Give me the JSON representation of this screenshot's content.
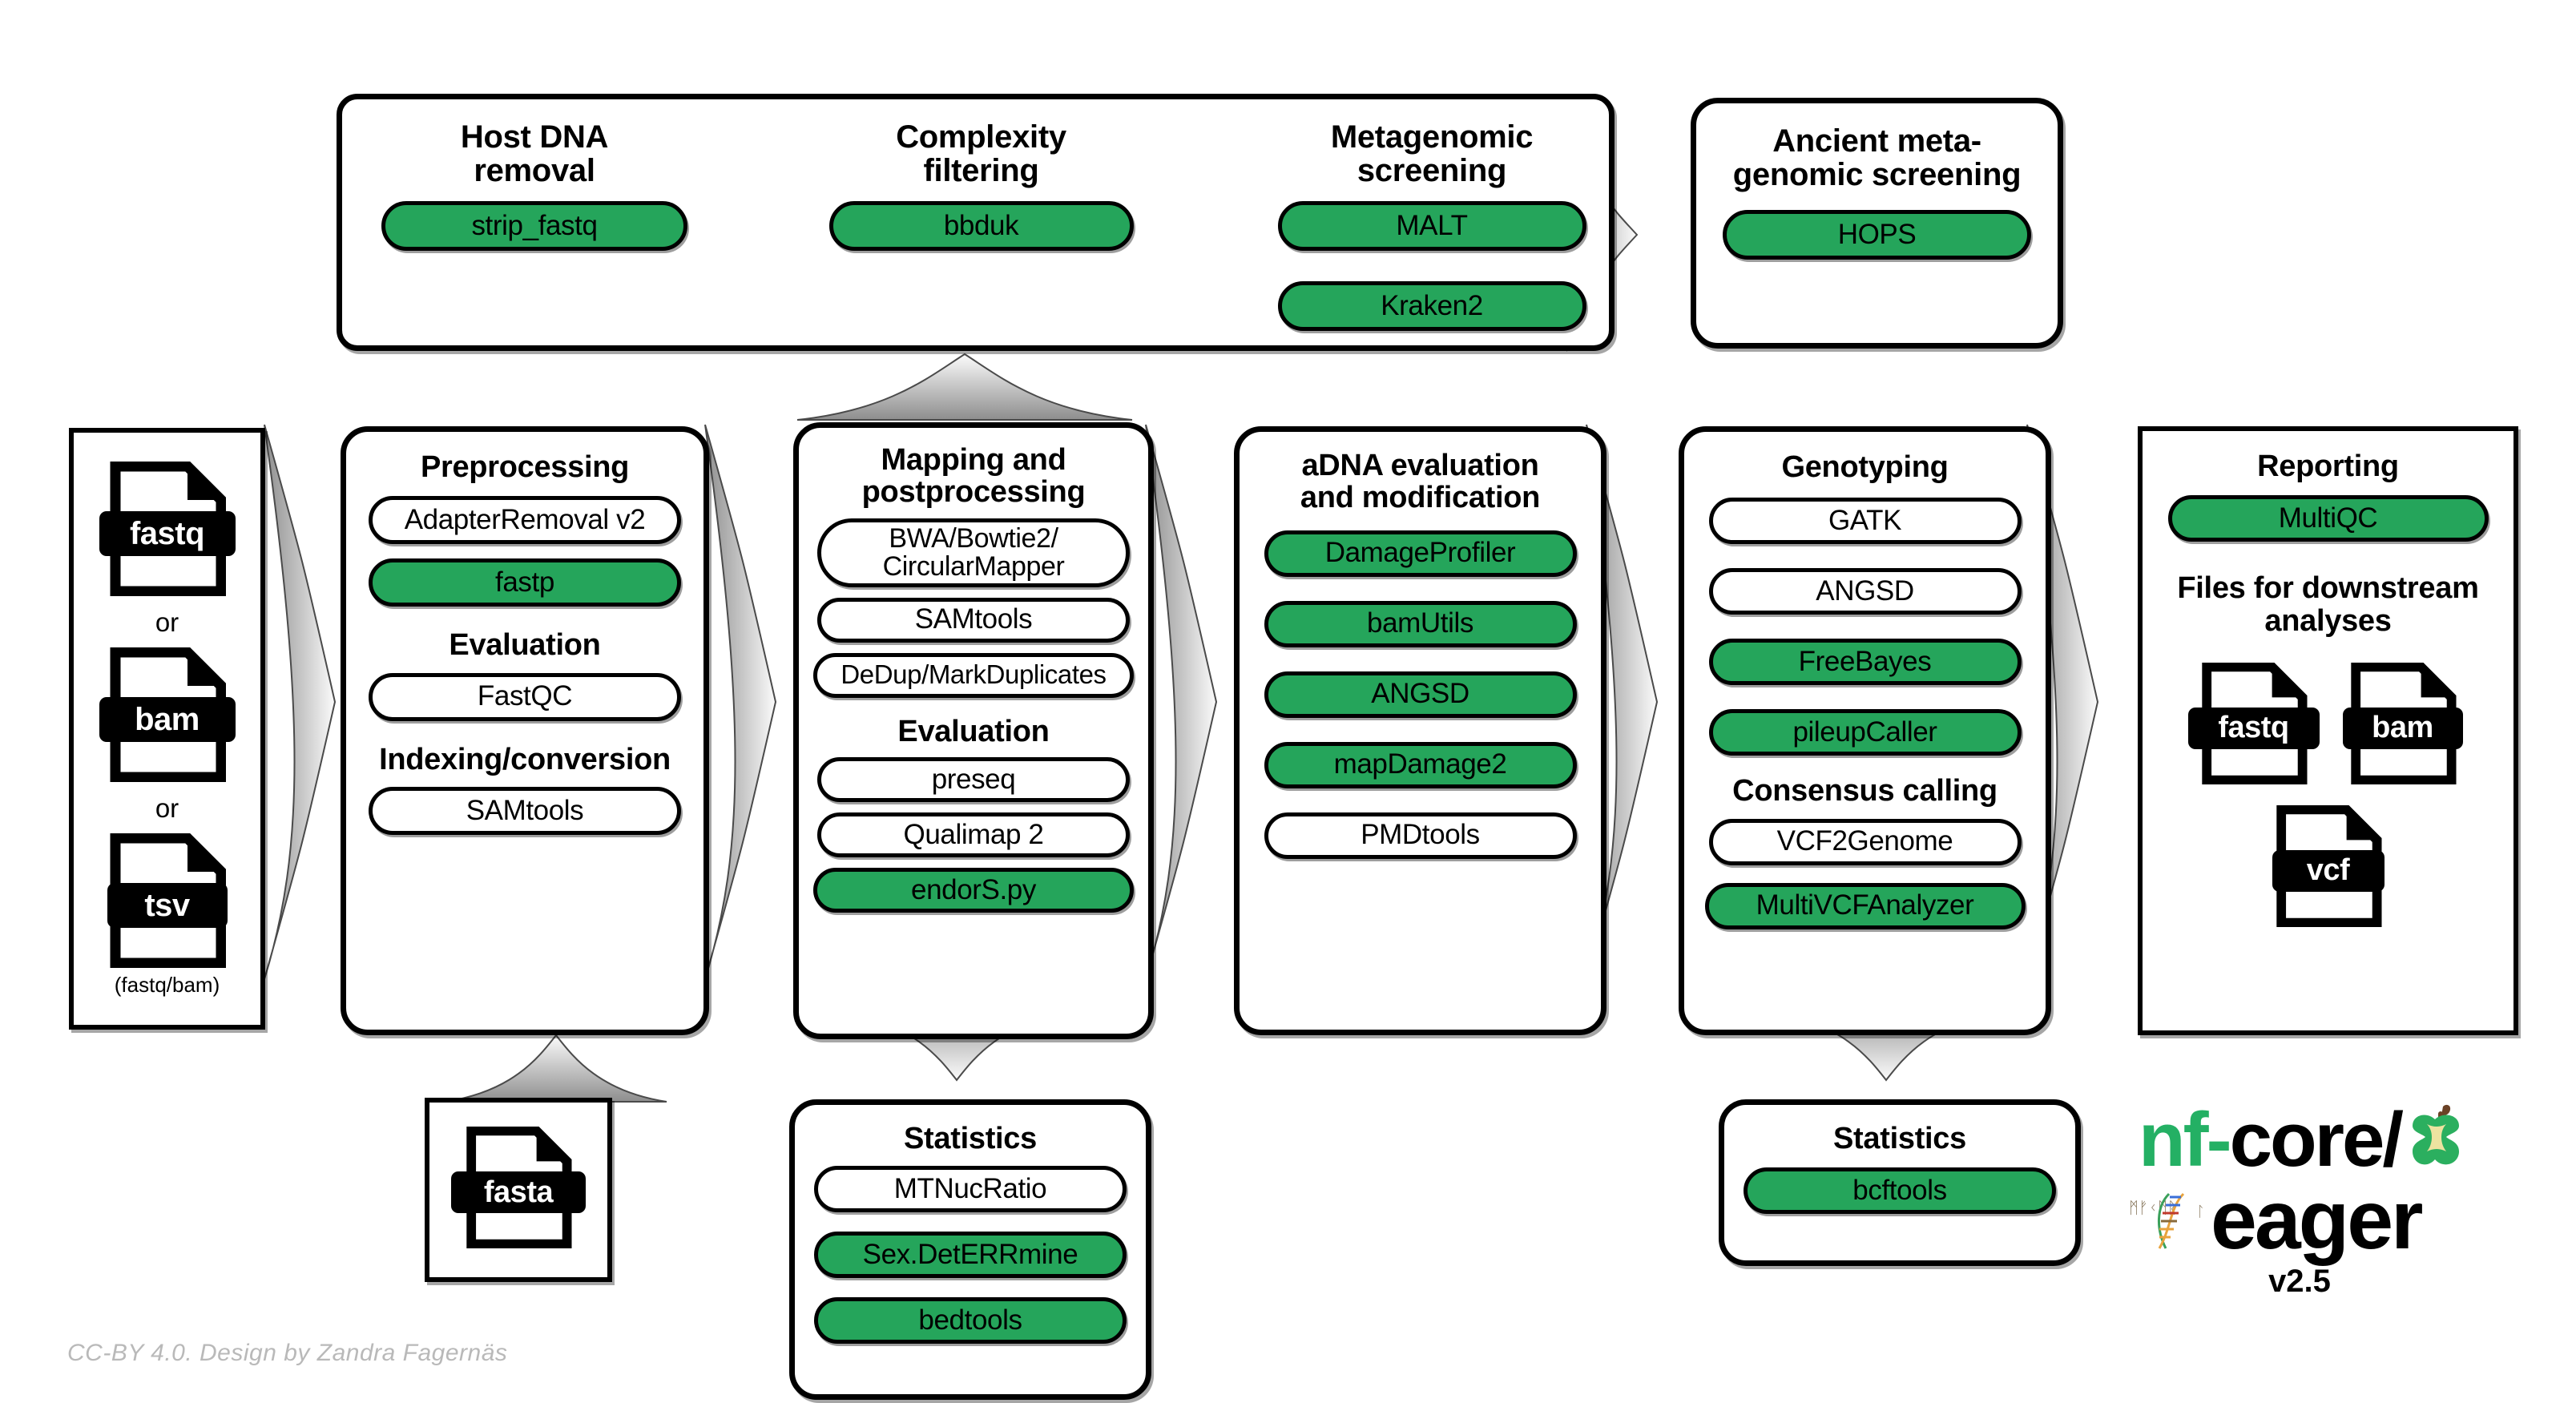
{
  "meta": {
    "credit": "CC-BY 4.0. Design by Zandra Fagernäs",
    "green": "#25a55b",
    "logo_green": "#24B064"
  },
  "logo": {
    "nf": "nf-",
    "core": "core/",
    "eager": "eager",
    "version": "v2.5",
    "apple_icon": "apple-core-icon",
    "dna_icon": "dna-helix-runes-icon"
  },
  "screening_container": {
    "groups": [
      {
        "title": "Host DNA\nremoval",
        "tools": [
          {
            "label": "strip_fastq",
            "green": true
          }
        ]
      },
      {
        "title": "Complexity\nfiltering",
        "tools": [
          {
            "label": "bbduk",
            "green": true
          }
        ]
      },
      {
        "title": "Metagenomic\nscreening",
        "tools": [
          {
            "label": "MALT",
            "green": true
          },
          {
            "label": "Kraken2",
            "green": true
          }
        ]
      }
    ]
  },
  "ancient_screening": {
    "title": "Ancient meta-\ngenomic screening",
    "tools": [
      {
        "label": "HOPS",
        "green": true
      }
    ]
  },
  "input": {
    "files": [
      {
        "ext": "fastq",
        "icon": "file-fastq-icon"
      },
      {
        "ext": "bam",
        "icon": "file-bam-icon"
      },
      {
        "ext": "tsv",
        "icon": "file-tsv-icon"
      }
    ],
    "or_1": "or",
    "or_2": "or",
    "note": "(fastq/bam)"
  },
  "fasta_ref": {
    "ext": "fasta",
    "icon": "file-fasta-icon"
  },
  "preprocessing": {
    "title": "Preprocessing",
    "tools": [
      {
        "label": "AdapterRemoval v2",
        "green": false
      },
      {
        "label": "fastp",
        "green": true
      }
    ],
    "sub1_title": "Evaluation",
    "sub1_tools": [
      {
        "label": "FastQC",
        "green": false
      }
    ],
    "sub2_title": "Indexing/conversion",
    "sub2_tools": [
      {
        "label": "SAMtools",
        "green": false
      }
    ]
  },
  "mapping": {
    "title": "Mapping and\npostprocessing",
    "tools": [
      {
        "label": "BWA/Bowtie2/\nCircularMapper",
        "green": false
      },
      {
        "label": "SAMtools",
        "green": false
      },
      {
        "label": "DeDup/MarkDuplicates",
        "green": false
      }
    ],
    "sub1_title": "Evaluation",
    "sub1_tools": [
      {
        "label": "preseq",
        "green": false
      },
      {
        "label": "Qualimap 2",
        "green": false
      },
      {
        "label": "endorS.py",
        "green": true
      }
    ]
  },
  "adna": {
    "title": "aDNA evaluation\nand modification",
    "tools": [
      {
        "label": "DamageProfiler",
        "green": true
      },
      {
        "label": "bamUtils",
        "green": true
      },
      {
        "label": "ANGSD",
        "green": true
      },
      {
        "label": "mapDamage2",
        "green": true
      },
      {
        "label": "PMDtools",
        "green": false
      }
    ]
  },
  "genotyping": {
    "title": "Genotyping",
    "tools": [
      {
        "label": "GATK",
        "green": false
      },
      {
        "label": "ANGSD",
        "green": false
      },
      {
        "label": "FreeBayes",
        "green": true
      },
      {
        "label": "pileupCaller",
        "green": true
      }
    ],
    "sub1_title": "Consensus calling",
    "sub1_tools": [
      {
        "label": "VCF2Genome",
        "green": false
      },
      {
        "label": "MultiVCFAnalyzer",
        "green": true
      }
    ]
  },
  "reporting": {
    "title": "Reporting",
    "tools": [
      {
        "label": "MultiQC",
        "green": true
      }
    ],
    "downstream_title": "Files for downstream\nanalyses",
    "files": [
      {
        "ext": "fastq",
        "icon": "file-fastq-icon"
      },
      {
        "ext": "bam",
        "icon": "file-bam-icon"
      },
      {
        "ext": "vcf",
        "icon": "file-vcf-icon"
      }
    ]
  },
  "stats_mapping": {
    "title": "Statistics",
    "tools": [
      {
        "label": "MTNucRatio",
        "green": false
      },
      {
        "label": "Sex.DetERRmine",
        "green": true
      },
      {
        "label": "bedtools",
        "green": true
      }
    ]
  },
  "stats_genotyping": {
    "title": "Statistics",
    "tools": [
      {
        "label": "bcftools",
        "green": true
      }
    ]
  }
}
